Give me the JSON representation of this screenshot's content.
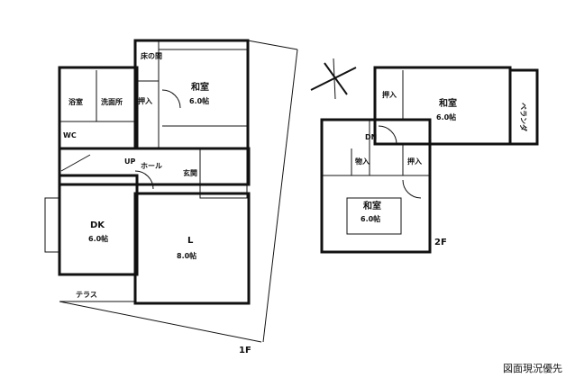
{
  "floor1": {
    "label": "1F",
    "rooms": {
      "tokonoma": "床の間",
      "washitsu": "和室",
      "washitsu_size": "6.0帖",
      "oshiire": "押入",
      "bath": "浴室",
      "washroom": "洗面所",
      "wc": "WC",
      "up": "UP",
      "hall": "ホール",
      "entrance": "玄関",
      "dk": "DK",
      "dk_size": "6.0帖",
      "living": "L",
      "living_size": "8.0帖",
      "terrace": "テラス"
    }
  },
  "floor2": {
    "label": "2F",
    "rooms": {
      "oshiire1": "押入",
      "washitsu1": "和室",
      "washitsu1_size": "6.0帖",
      "veranda": "ベランダ",
      "dn": "DN",
      "storage": "物入",
      "oshiire2": "押入",
      "washitsu2": "和室",
      "washitsu2_size": "6.0帖"
    }
  },
  "note": "図面現況優先"
}
